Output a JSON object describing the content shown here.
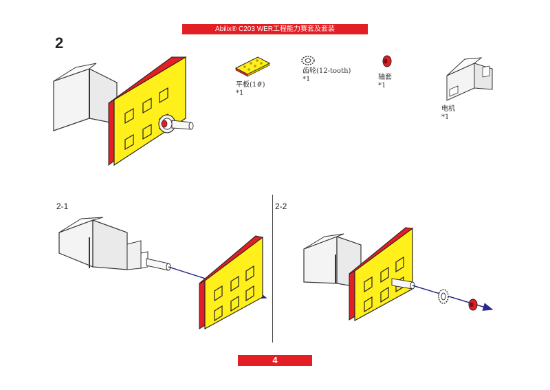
{
  "header": {
    "title": "Abilix® C203 WER工程能力赛套及套装"
  },
  "step": {
    "number": "2"
  },
  "parts": [
    {
      "name": "平板(1#)",
      "qty": "*1"
    },
    {
      "name": "齿轮(12-tooth)",
      "qty": "*1"
    },
    {
      "name": "轴套",
      "qty": "*1"
    },
    {
      "name": "电机",
      "qty": "*1"
    }
  ],
  "substeps": [
    {
      "label": "2-1"
    },
    {
      "label": "2-2"
    }
  ],
  "footer": {
    "page": "4"
  },
  "colors": {
    "accent_red": "#e31e24",
    "plate_yellow": "#ffef1a",
    "arrow_blue": "#2a2a8c"
  }
}
